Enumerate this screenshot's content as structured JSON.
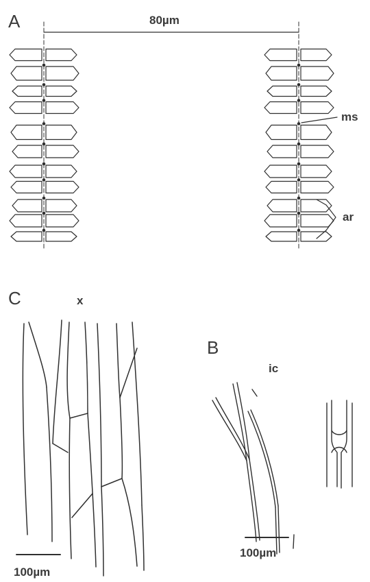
{
  "panels": {
    "a": "A",
    "b": "B",
    "c": "C"
  },
  "annotations": {
    "top_scale": "80µm",
    "ms": "ms",
    "ar": "ar",
    "x": "x",
    "ic": "ic"
  },
  "scale_bars": {
    "c": "100µm",
    "b": "100µm"
  },
  "colors": {
    "ink": "#2f2f2f",
    "background": "#ffffff"
  }
}
